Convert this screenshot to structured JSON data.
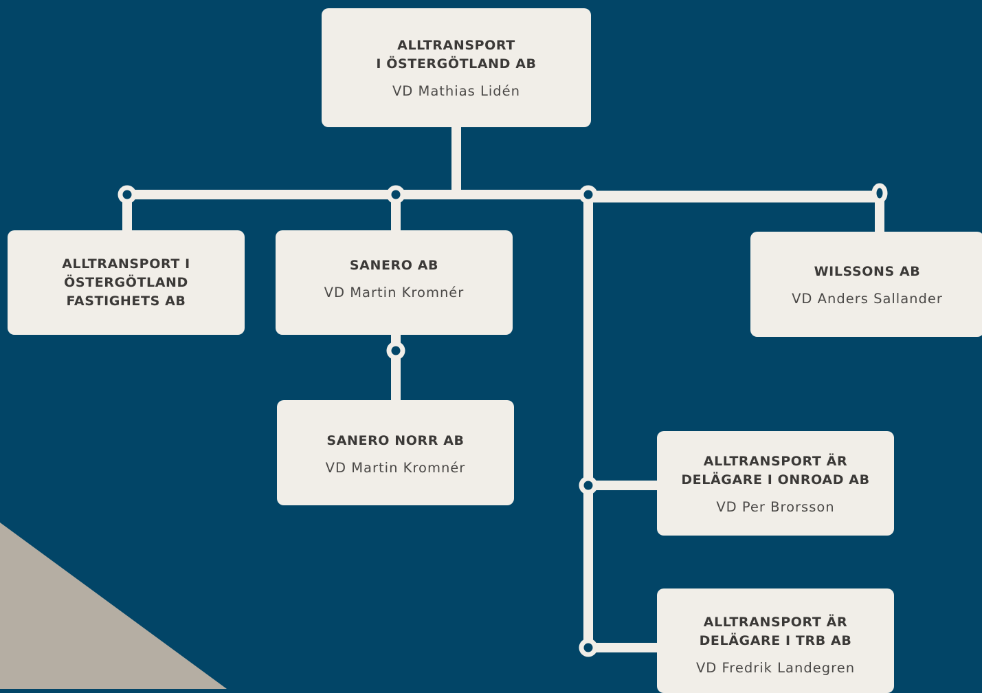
{
  "colors": {
    "background": "#024567",
    "box": "#f1eee8",
    "line": "#f1eee8",
    "text": "#3b3937",
    "corner": "#b5aea3"
  },
  "root": {
    "name": "ALLTRANSPORT\nI ÖSTERGÖTLAND AB",
    "ceo": "VD Mathias Lidén"
  },
  "subsidiaries": [
    {
      "name": "ALLTRANSPORT I\nÖSTERGÖTLAND\nFASTIGHETS AB",
      "ceo": ""
    },
    {
      "name": "SANERO AB",
      "ceo": "VD Martin Kromnér"
    },
    {
      "name": "SANERO NORR AB",
      "ceo": "VD Martin Kromnér"
    },
    {
      "name": "WILSSONS AB",
      "ceo": "VD Anders Sallander"
    },
    {
      "name": "ALLTRANSPORT ÄR\nDELÄGARE I ONROAD AB",
      "ceo": "VD Per Brorsson"
    },
    {
      "name": "ALLTRANSPORT ÄR\nDELÄGARE I TRB AB",
      "ceo": "VD Fredrik Landegren"
    }
  ]
}
